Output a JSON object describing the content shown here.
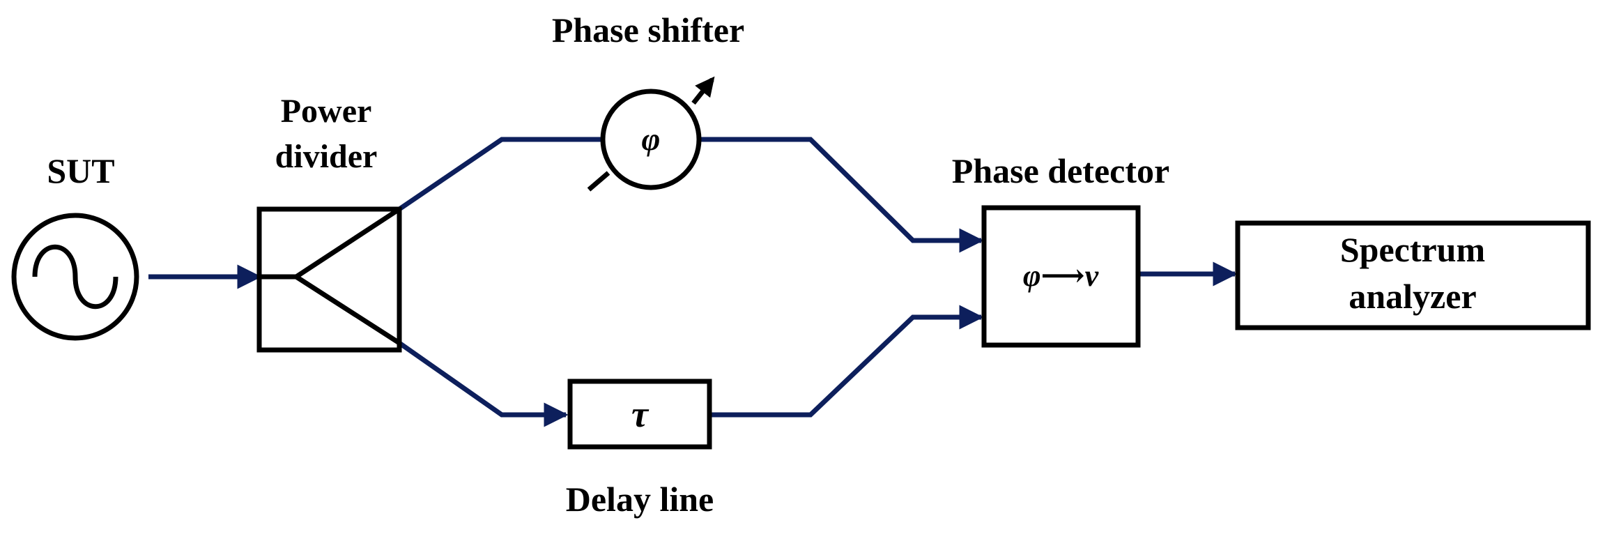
{
  "colors": {
    "wire": "#0d1f5c",
    "outline": "#000000",
    "background": "#ffffff"
  },
  "labels": {
    "sut": "SUT",
    "power_divider_line1": "Power",
    "power_divider_line2": "divider",
    "phase_shifter": "Phase shifter",
    "phase_detector": "Phase detector",
    "spectrum_analyzer_line1": "Spectrum",
    "spectrum_analyzer_line2": "analyzer",
    "delay_line": "Delay line"
  },
  "symbols": {
    "phase": "φ",
    "detector_map": "φ⟶v",
    "delay": "τ"
  },
  "icons": {
    "source": "sine-source-icon",
    "divider": "power-divider-icon",
    "shifter": "variable-phase-shifter-icon"
  }
}
